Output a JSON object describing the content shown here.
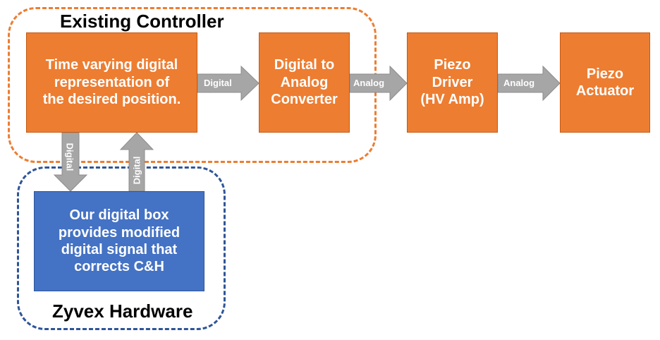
{
  "groups": {
    "existing_controller": "Existing Controller",
    "zyvex_hardware": "Zyvex Hardware"
  },
  "blocks": {
    "time_varying": "Time varying digital\nrepresentation of\nthe desired position.",
    "dac": "Digital to\nAnalog\nConverter",
    "piezo_driver": "Piezo\nDriver\n(HV Amp)",
    "piezo_actuator": "Piezo\nActuator",
    "digital_box": "Our digital box\nprovides modified\ndigital signal that\ncorrects C&H"
  },
  "arrows": {
    "time_to_dac": "Digital",
    "dac_to_driver": "Analog",
    "driver_to_actuator": "Analog",
    "controller_to_box": "Digital",
    "box_to_controller": "Digital"
  },
  "colors": {
    "orange_fill": "#ed7d31",
    "blue_fill": "#4472c4",
    "arrow_fill": "#a6a6a6",
    "orange_border": "#ed7d31",
    "blue_border": "#2f5597"
  }
}
